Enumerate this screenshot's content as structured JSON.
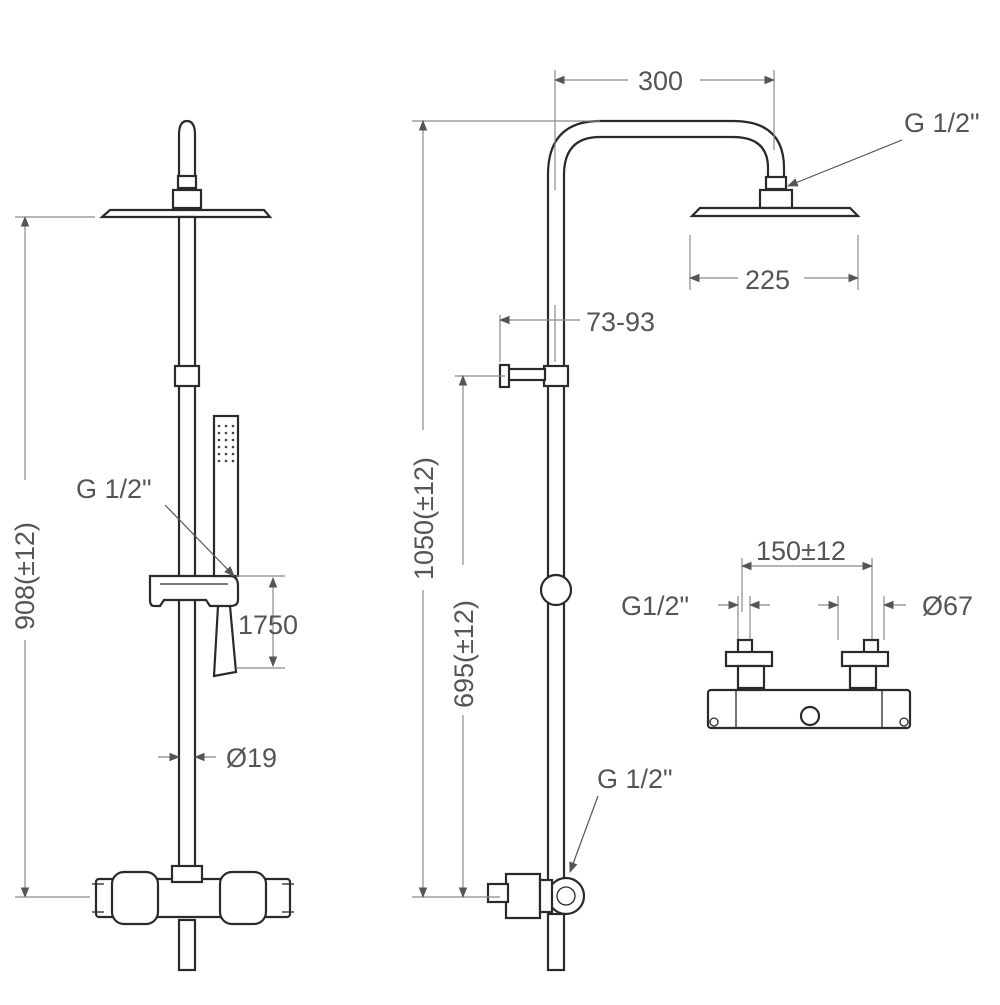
{
  "diagram": {
    "labels": {
      "height_front": "908(±12)",
      "thread_handshower": "G 1/2\"",
      "hose_length": "1750",
      "bar_diameter": "Ø19",
      "arm_reach": "300",
      "thread_head": "G 1/2\"",
      "head_diameter": "225",
      "bracket_range": "73-93",
      "height_total": "1050(±12)",
      "height_bracket": "695(±12)",
      "thread_outlet": "G 1/2\"",
      "centers": "150±12",
      "thread_inlet": "G1/2\"",
      "inlet_diameter": "Ø67"
    }
  }
}
